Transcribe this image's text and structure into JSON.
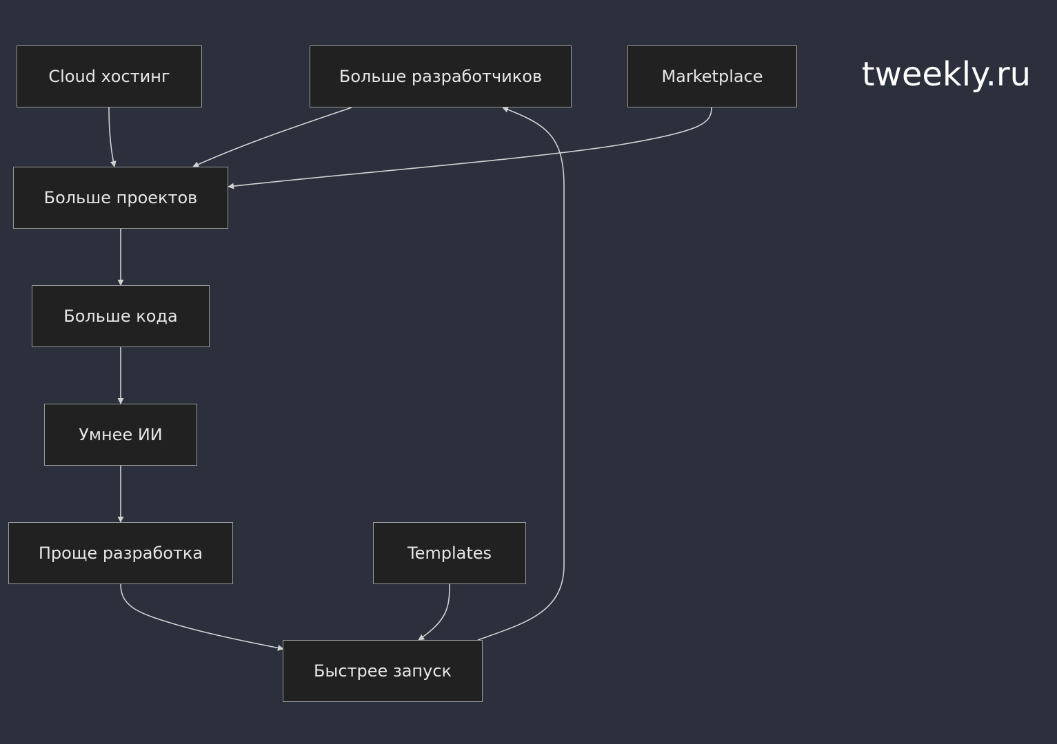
{
  "brand": "tweekly.ru",
  "nodes": {
    "cloud": "Cloud хостинг",
    "devs": "Больше разработчиков",
    "marketplace": "Marketplace",
    "projects": "Больше проектов",
    "code": "Больше кода",
    "ai": "Умнее ИИ",
    "dev_easier": "Проще разработка",
    "templates": "Templates",
    "launch": "Быстрее запуск"
  },
  "edges": [
    {
      "from": "Cloud хостинг",
      "to": "Больше проектов"
    },
    {
      "from": "Больше разработчиков",
      "to": "Больше проектов"
    },
    {
      "from": "Marketplace",
      "to": "Больше проектов"
    },
    {
      "from": "Больше проектов",
      "to": "Больше кода"
    },
    {
      "from": "Больше кода",
      "to": "Умнее ИИ"
    },
    {
      "from": "Умнее ИИ",
      "to": "Проще разработка"
    },
    {
      "from": "Проще разработка",
      "to": "Быстрее запуск"
    },
    {
      "from": "Templates",
      "to": "Быстрее запуск"
    },
    {
      "from": "Быстрее запуск",
      "to": "Больше разработчиков"
    }
  ],
  "colors": {
    "background": "#2b303c",
    "node_fill": "#212121",
    "node_border": "#9a9a9a",
    "text": "#e6e6e6",
    "edge": "#d3d3d3"
  }
}
